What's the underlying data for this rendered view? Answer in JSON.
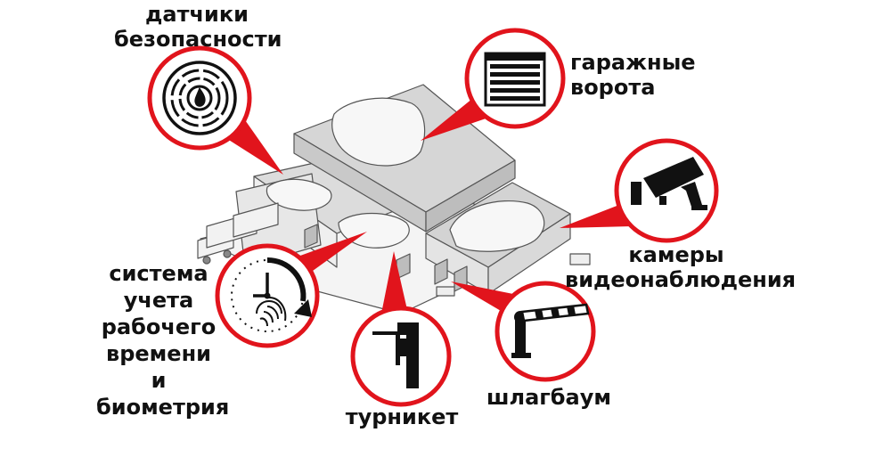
{
  "colors": {
    "accent": "#e1141c",
    "ink": "#111111",
    "building_roof": "#d9d9d9",
    "building_wall": "#ececec"
  },
  "labels": {
    "security_sensors": [
      "датчики",
      "безопасности"
    ],
    "garage_doors": [
      "гаражные",
      "ворота"
    ],
    "cctv": [
      "камеры",
      "видеонаблюдения"
    ],
    "time_tracking": [
      "система",
      "учета",
      "рабочего",
      "времени",
      "и",
      "биометрия"
    ],
    "turnstile": "турникет",
    "barrier": "шлагбаум"
  },
  "icons": [
    {
      "name": "fire-sensor-icon"
    },
    {
      "name": "garage-door-icon"
    },
    {
      "name": "security-camera-icon"
    },
    {
      "name": "clock-fingerprint-icon"
    },
    {
      "name": "turnstile-icon"
    },
    {
      "name": "barrier-gate-icon"
    }
  ]
}
